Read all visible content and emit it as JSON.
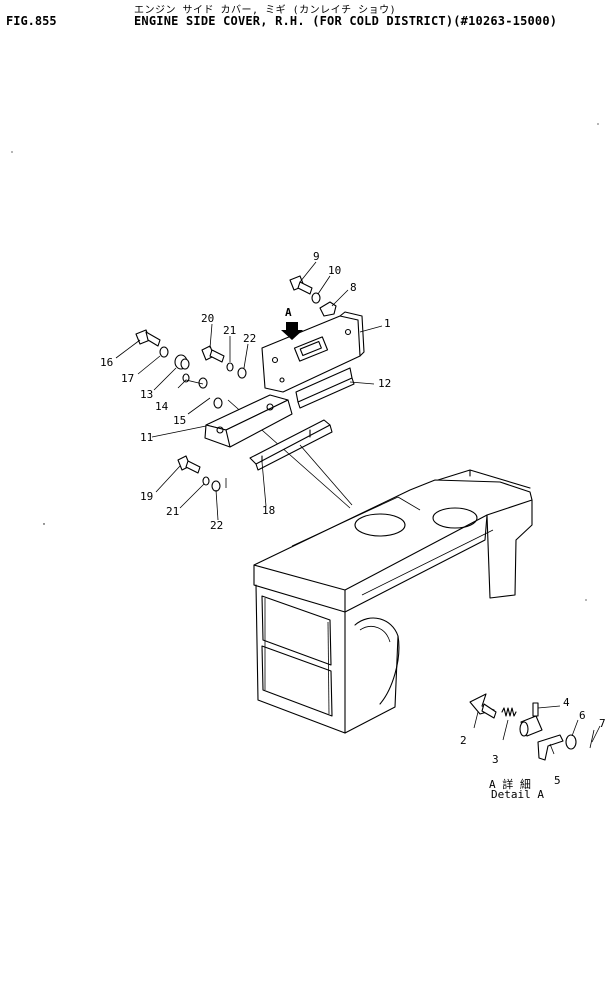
{
  "header": {
    "figure_no": "FIG.855",
    "title_jp": "エンジン サイド カバー, ミギ (カンレイチ ショウ)",
    "title_en": "ENGINE SIDE COVER, R.H. (FOR COLD DISTRICT)(#10263-15000)"
  },
  "view_label": "A",
  "detail": {
    "label_jp": "A 詳 細",
    "label_en": "Detail A"
  },
  "callouts": [
    "1",
    "2",
    "3",
    "4",
    "5",
    "6",
    "7",
    "8",
    "9",
    "10",
    "11",
    "12",
    "13",
    "14",
    "15",
    "16",
    "17",
    "18",
    "19",
    "20",
    "21",
    "22"
  ],
  "diagram": {
    "callouts": [
      {
        "text": "9"
      },
      {
        "text": "10"
      },
      {
        "text": "8"
      },
      {
        "text": "1"
      },
      {
        "text": "12"
      },
      {
        "text": "20"
      },
      {
        "text": "21"
      },
      {
        "text": "22"
      },
      {
        "text": "16"
      },
      {
        "text": "17"
      },
      {
        "text": "13"
      },
      {
        "text": "14"
      },
      {
        "text": "15"
      },
      {
        "text": "11"
      },
      {
        "text": "19"
      },
      {
        "text": "21"
      },
      {
        "text": "22"
      },
      {
        "text": "18"
      },
      {
        "text": "2"
      },
      {
        "text": "3"
      },
      {
        "text": "4"
      },
      {
        "text": "5"
      },
      {
        "text": "6"
      },
      {
        "text": "7"
      }
    ]
  }
}
